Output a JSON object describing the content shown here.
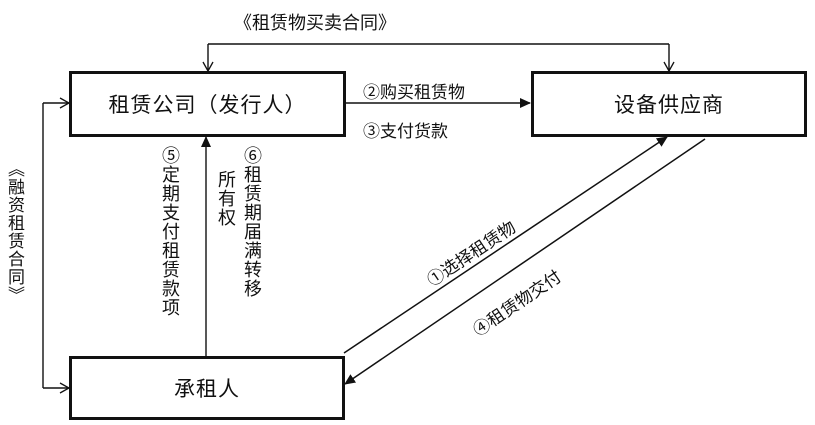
{
  "nodes": {
    "lessor": "租赁公司（发行人）",
    "supplier": "设备供应商",
    "lessee": "承租人"
  },
  "contracts": {
    "purchase_contract": "《租赁物买卖合同》",
    "finance_lease_contract": "《融资租赁合同》"
  },
  "flows": {
    "step1": "①选择租赁物",
    "step2": "②购买租赁物",
    "step3": "③支付货款",
    "step4": "④租赁物交付",
    "step5": "⑤定期支付租赁款项",
    "step6_line1": "⑥租赁期届满转移",
    "step6_line2": "所有权"
  }
}
